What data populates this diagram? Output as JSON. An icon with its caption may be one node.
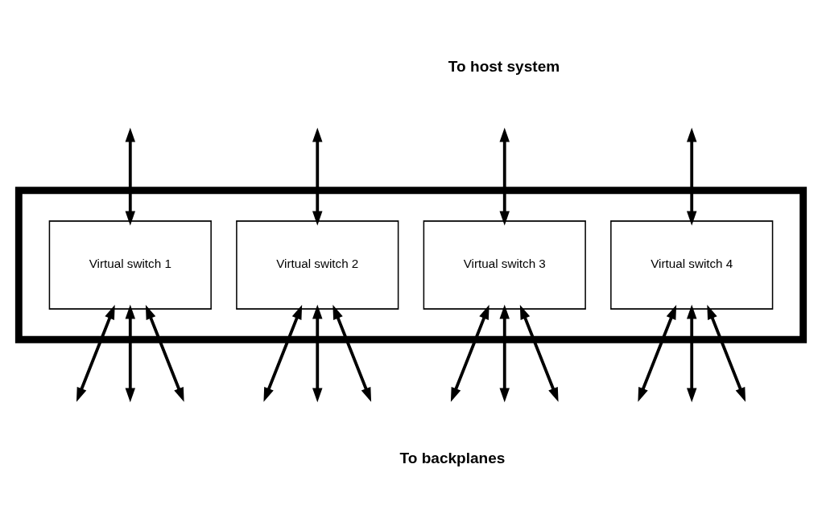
{
  "diagram": {
    "nodes": [
      {
        "text": [],
        "shape": "box"
      },
      {
        "text": [
          "Virtual switch 1"
        ],
        "in": 0
      },
      {
        "text": [
          "Virtual switch 2"
        ],
        "in": 0
      },
      {
        "text": [
          "Virtual switch 3"
        ],
        "in": 0
      },
      {
        "text": [
          "Virtual switch 4"
        ],
        "in": 0
      }
    ],
    "edges": [
      {
        "from": null,
        "to": 1,
        "arrow": "both"
      },
      {
        "from": null,
        "to": 2,
        "arrow": "both"
      },
      {
        "from": null,
        "to": 3,
        "arrow": "both"
      },
      {
        "from": null,
        "to": 4,
        "arrow": "both"
      },
      {
        "from": 1,
        "to": null,
        "arrow": "both"
      },
      {
        "from": 1,
        "to": null,
        "arrow": "both"
      },
      {
        "from": 1,
        "to": null,
        "arrow": "both"
      },
      {
        "from": 2,
        "to": null,
        "arrow": "both"
      },
      {
        "from": 2,
        "to": null,
        "arrow": "both"
      },
      {
        "from": 2,
        "to": null,
        "arrow": "both"
      },
      {
        "from": 3,
        "to": null,
        "arrow": "both"
      },
      {
        "from": 3,
        "to": null,
        "arrow": "both"
      },
      {
        "from": 3,
        "to": null,
        "arrow": "both"
      },
      {
        "from": 4,
        "to": null,
        "arrow": "both"
      },
      {
        "from": 4,
        "to": null,
        "arrow": "both"
      },
      {
        "from": 4,
        "to": null,
        "arrow": "both"
      }
    ],
    "labels": [
      "To host system",
      "To backplanes"
    ]
  }
}
